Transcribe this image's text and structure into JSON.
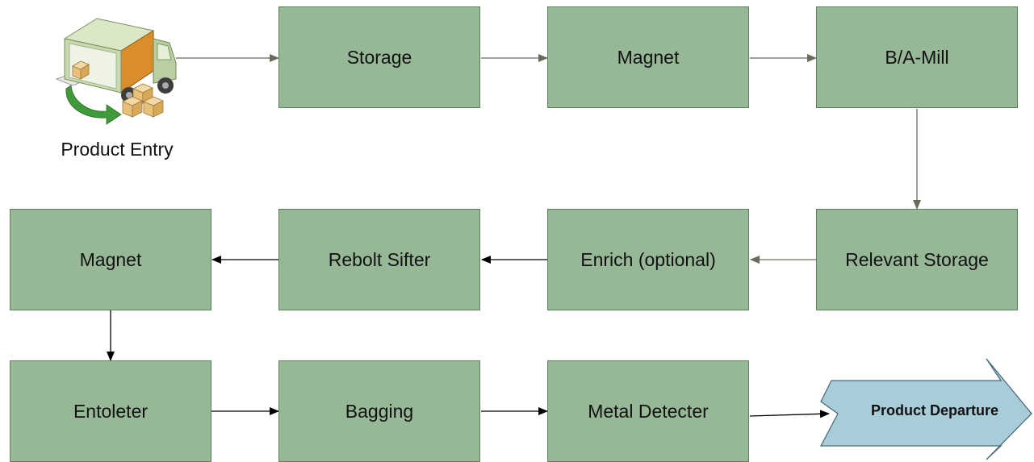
{
  "diagram": {
    "product_entry_label": "Product Entry",
    "product_departure_label": "Product Departure",
    "boxes": {
      "storage": "Storage",
      "magnet_top": "Magnet",
      "ba_mill": "B/A-Mill",
      "relevant_storage": "Relevant Storage",
      "enrich": "Enrich (optional)",
      "rebolt_sifter": "Rebolt Sifter",
      "magnet_middle": "Magnet",
      "entoleter": "Entoleter",
      "bagging": "Bagging",
      "metal_detecter": "Metal Detecter"
    },
    "colors": {
      "box_fill": "#97b896",
      "box_border": "#5f7f5f",
      "arrow_gray": "#6b6b5b",
      "arrow_black": "#000000",
      "departure_fill": "#a9cdd8"
    },
    "icons": {
      "truck": "delivery-truck-icon",
      "boxes": "package-boxes-icon",
      "unload_arrow": "unload-arrow-icon"
    }
  }
}
